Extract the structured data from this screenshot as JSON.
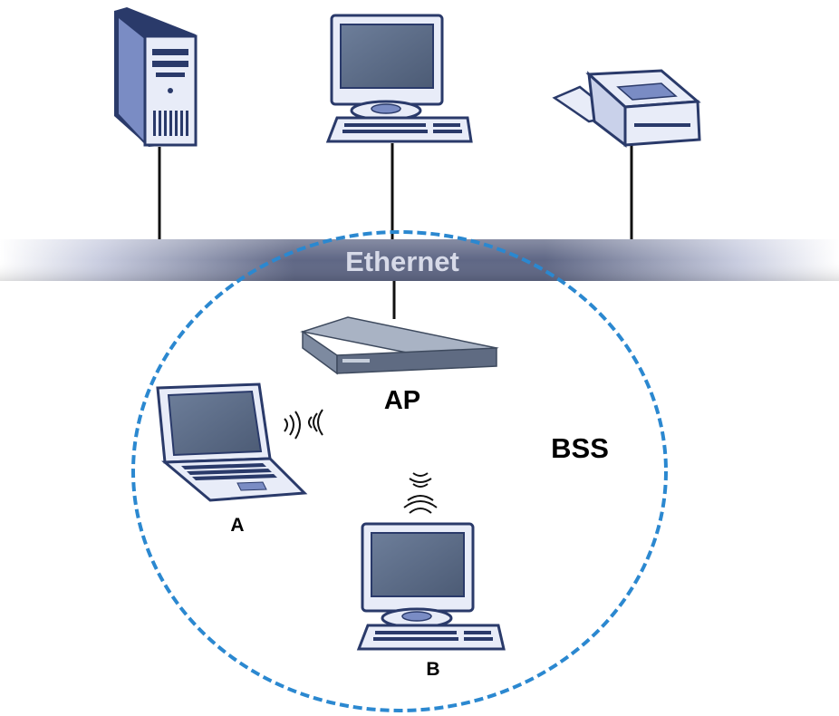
{
  "diagram": {
    "network_label": "Ethernet",
    "access_point_label": "AP",
    "bss_label": "BSS",
    "station_a_label": "A",
    "station_b_label": "B"
  },
  "icons": {
    "server": "server-tower-icon",
    "desktop": "desktop-computer-icon",
    "printer": "printer-icon",
    "access_point": "access-point-icon",
    "laptop": "laptop-icon",
    "wireless": "wireless-signal-icon"
  },
  "colors": {
    "ethernet_band": "#5f6785",
    "ethernet_text": "#d7dae8",
    "bss_ring": "#2b88d0",
    "device_body": "#e8ecf8",
    "device_outline": "#2a3a6a",
    "screen": "#5a6b86",
    "accent": "#7a8cc4"
  }
}
